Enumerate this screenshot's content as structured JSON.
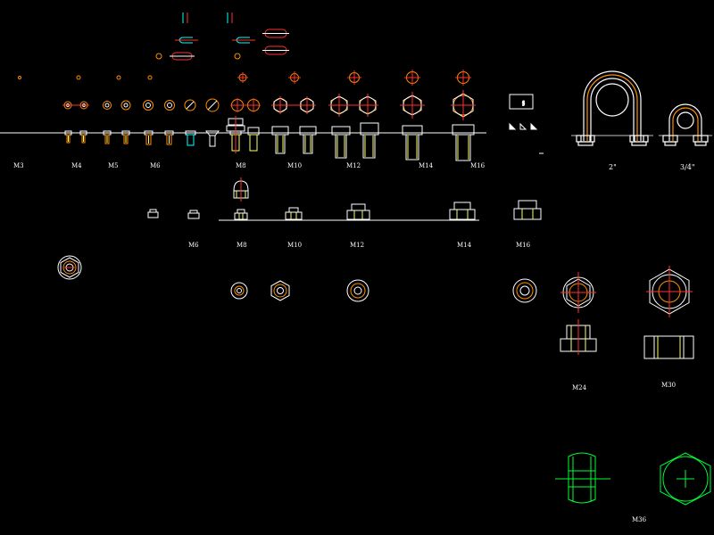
{
  "drawing": {
    "background": "#000000",
    "colors": {
      "outline": "#ffffff",
      "center": "#ff2020",
      "thread": "#ffff66",
      "accent": "#ff8c00",
      "cyan": "#00ffff",
      "green": "#00ff33"
    },
    "bolt_row_labels": [
      "M3",
      "M4",
      "M5",
      "M6",
      "M8",
      "M10",
      "M12",
      "M14",
      "M16"
    ],
    "nut_row_labels": [
      "M6",
      "M8",
      "M10",
      "M12",
      "M14",
      "M16"
    ],
    "large_labels": {
      "m24": "M24",
      "m30": "M30",
      "m36": "M36"
    },
    "ubolt_labels": {
      "large": "2\"",
      "small": "3/4\""
    }
  }
}
